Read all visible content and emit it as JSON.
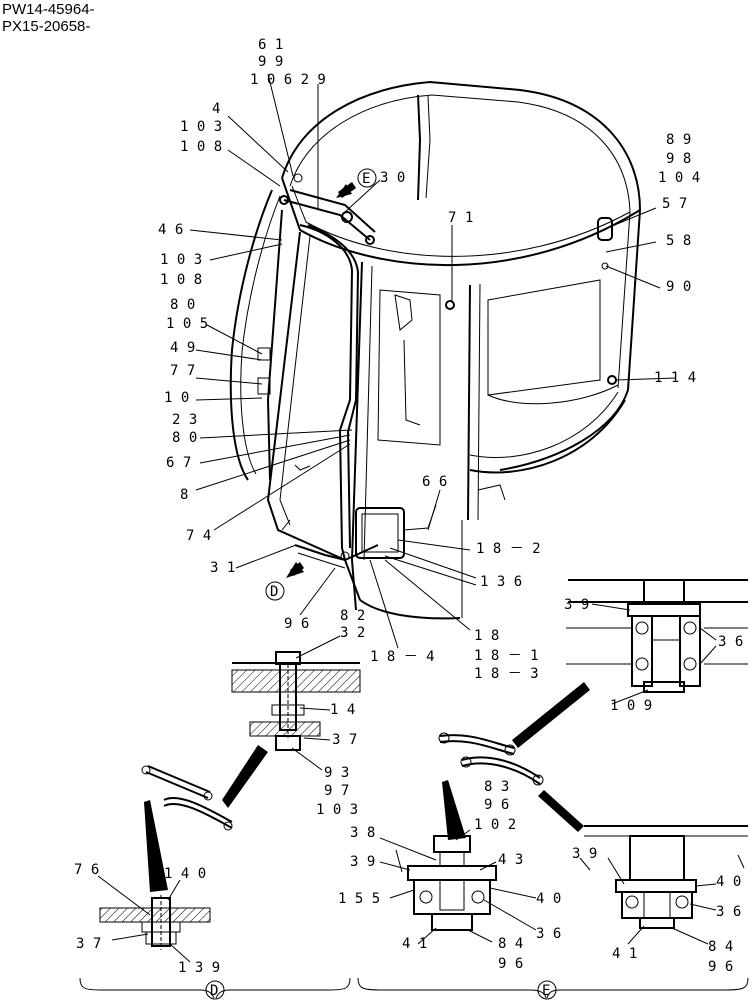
{
  "header": {
    "line1": "PW14-45964-",
    "line2": "PX15-20658-"
  },
  "views": {
    "D": "D",
    "E": "E"
  },
  "labels": [
    {
      "id": "l61",
      "text": "6 1"
    },
    {
      "id": "l99",
      "text": "9 9"
    },
    {
      "id": "l10629",
      "text": "1 0 6 2 9"
    },
    {
      "id": "l4",
      "text": "4"
    },
    {
      "id": "l103a",
      "text": "1 0 3"
    },
    {
      "id": "l108a",
      "text": "1 0 8"
    },
    {
      "id": "l30",
      "text": "3 0"
    },
    {
      "id": "l46",
      "text": "4 6"
    },
    {
      "id": "l103b",
      "text": "1 0 3"
    },
    {
      "id": "l108b",
      "text": "1 0 8"
    },
    {
      "id": "l71",
      "text": "7 1"
    },
    {
      "id": "l89",
      "text": "8 9"
    },
    {
      "id": "l98",
      "text": "9 8"
    },
    {
      "id": "l104",
      "text": "1 0 4"
    },
    {
      "id": "l57",
      "text": "5 7"
    },
    {
      "id": "l58",
      "text": "5 8"
    },
    {
      "id": "l90",
      "text": "9 0"
    },
    {
      "id": "l80a",
      "text": "8 0"
    },
    {
      "id": "l105",
      "text": "1 0 5"
    },
    {
      "id": "l49",
      "text": "4 9"
    },
    {
      "id": "l77",
      "text": "7 7"
    },
    {
      "id": "l10",
      "text": "1 0"
    },
    {
      "id": "l114",
      "text": "1 1 4"
    },
    {
      "id": "l23",
      "text": "2 3"
    },
    {
      "id": "l80b",
      "text": "8 0"
    },
    {
      "id": "l67",
      "text": "6 7"
    },
    {
      "id": "l8",
      "text": "8"
    },
    {
      "id": "l66",
      "text": "6 6"
    },
    {
      "id": "l74",
      "text": "7 4"
    },
    {
      "id": "l182",
      "text": "1 8 － 2"
    },
    {
      "id": "l31",
      "text": "3 1"
    },
    {
      "id": "l136",
      "text": "1 3 6"
    },
    {
      "id": "l39a",
      "text": "3 9"
    },
    {
      "id": "l82",
      "text": "8 2"
    },
    {
      "id": "l96a",
      "text": "9 6"
    },
    {
      "id": "l32",
      "text": "3 2"
    },
    {
      "id": "l184",
      "text": "1 8 － 4"
    },
    {
      "id": "l18",
      "text": "1 8"
    },
    {
      "id": "l181",
      "text": "1 8 － 1"
    },
    {
      "id": "l183",
      "text": "1 8 － 3"
    },
    {
      "id": "l36a",
      "text": "3 6"
    },
    {
      "id": "l14",
      "text": "1 4"
    },
    {
      "id": "l37a",
      "text": "3 7"
    },
    {
      "id": "l109",
      "text": "1 0 9"
    },
    {
      "id": "l93",
      "text": "9 3"
    },
    {
      "id": "l97",
      "text": "9 7"
    },
    {
      "id": "l103c",
      "text": "1 0 3"
    },
    {
      "id": "l83",
      "text": "8 3"
    },
    {
      "id": "l96b",
      "text": "9 6"
    },
    {
      "id": "l102",
      "text": "1 0 2"
    },
    {
      "id": "l38",
      "text": "3 8"
    },
    {
      "id": "l76",
      "text": "7 6"
    },
    {
      "id": "l140",
      "text": "1 4 0"
    },
    {
      "id": "l39b",
      "text": "3 9"
    },
    {
      "id": "l43",
      "text": "4 3"
    },
    {
      "id": "l39c",
      "text": "3 9"
    },
    {
      "id": "l155",
      "text": "1 5 5"
    },
    {
      "id": "l40a",
      "text": "4 0"
    },
    {
      "id": "l40b",
      "text": "4 0"
    },
    {
      "id": "l36b",
      "text": "3 6"
    },
    {
      "id": "l36c",
      "text": "3 6"
    },
    {
      "id": "l37b",
      "text": "3 7"
    },
    {
      "id": "l41a",
      "text": "4 1"
    },
    {
      "id": "l84a",
      "text": "8 4"
    },
    {
      "id": "l96c",
      "text": "9 6"
    },
    {
      "id": "l41b",
      "text": "4 1"
    },
    {
      "id": "l84b",
      "text": "8 4"
    },
    {
      "id": "l96d",
      "text": "9 6"
    },
    {
      "id": "l139",
      "text": "1 3 9"
    }
  ]
}
